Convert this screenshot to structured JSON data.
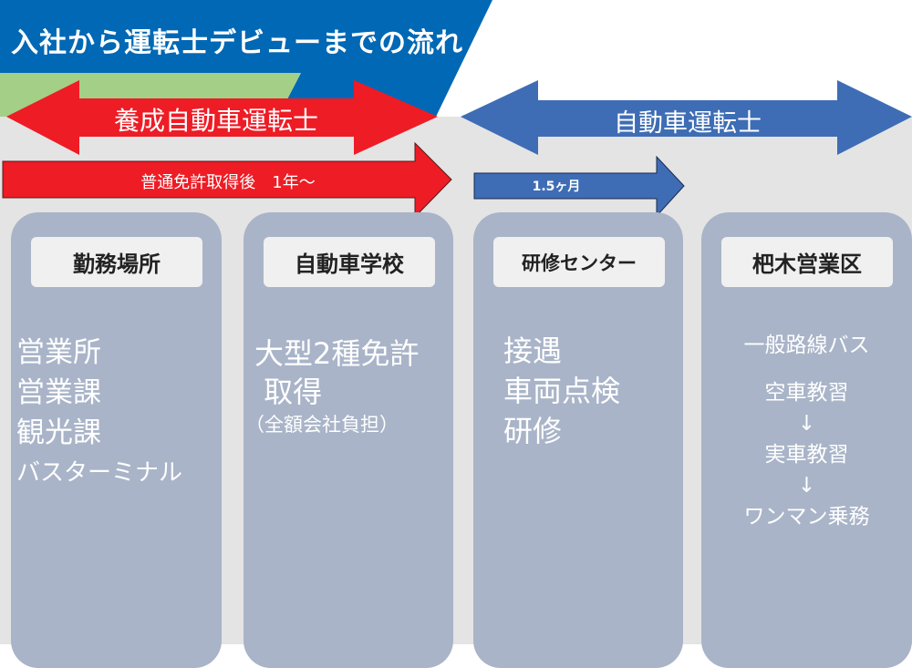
{
  "title": "入社から運転士デビューまでの流れ",
  "colors": {
    "banner": "#0068b5",
    "green": "#a3cf86",
    "red": "#ee1c25",
    "blue": "#3e6db5",
    "gray": "#e4e4e4",
    "column": "#a9b4c8"
  },
  "arrows": {
    "trainee": "養成自動車運転士",
    "trainee_period": "普通免許取得後　1年～",
    "driver": "自動車運転士",
    "driver_period": "1.5ヶ月"
  },
  "columns": [
    {
      "header": "勤務場所",
      "lines": [
        "営業所",
        "営業課",
        "観光課",
        "バスターミナル"
      ]
    },
    {
      "header": "自動車学校",
      "lines": [
        "大型2種免許",
        " 取得",
        "（全額会社負担）"
      ]
    },
    {
      "header": "研修センター",
      "lines": [
        "接遇",
        "車両点検",
        "研修"
      ]
    },
    {
      "header": "杷木営業区",
      "lines": [
        "一般路線バス",
        "空車教習",
        "↓",
        "実車教習",
        "↓",
        "ワンマン乗務"
      ]
    }
  ]
}
